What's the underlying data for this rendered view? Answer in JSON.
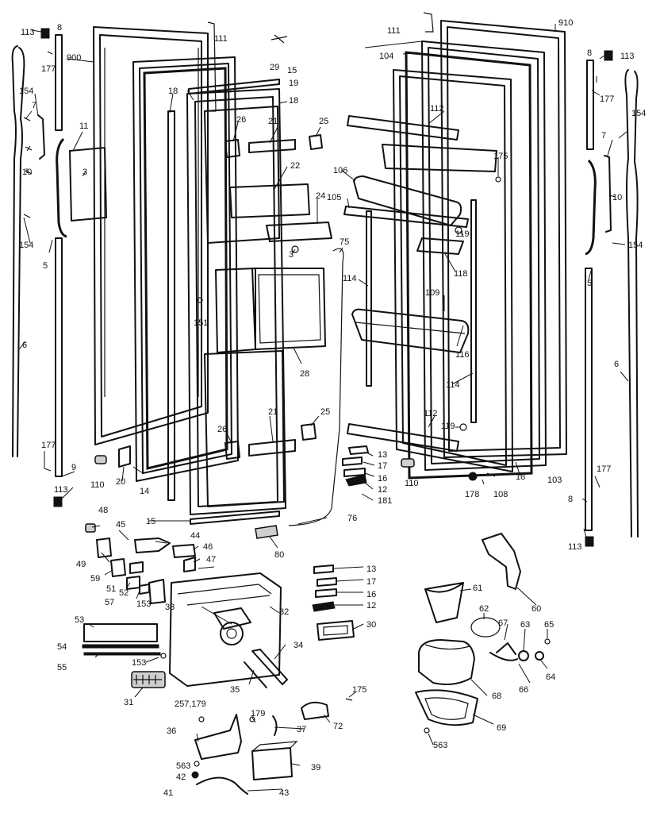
{
  "labels": [
    "113",
    "8",
    "900",
    "177",
    "154",
    "7",
    "11",
    "3",
    "10",
    "154",
    "5",
    "6",
    "177",
    "9",
    "113",
    "111",
    "29",
    "15",
    "19",
    "18",
    "18",
    "26",
    "21",
    "25",
    "22",
    "24",
    "3",
    "75",
    "151",
    "28",
    "21",
    "25",
    "26",
    "20",
    "110",
    "14",
    "15",
    "76",
    "80",
    "48",
    "45",
    "44",
    "46",
    "47",
    "49",
    "59",
    "51",
    "52",
    "57",
    "153",
    "53",
    "54",
    "55",
    "33",
    "32",
    "153",
    "31",
    "35",
    "34",
    "13",
    "17",
    "16",
    "12",
    "30",
    "257,179",
    "179",
    "37",
    "36",
    "563",
    "42",
    "41",
    "43",
    "39",
    "72",
    "175",
    "111",
    "910",
    "104",
    "112",
    "175",
    "106",
    "105",
    "119",
    "118",
    "114",
    "109",
    "116",
    "114",
    "112",
    "119",
    "13",
    "17",
    "16",
    "12",
    "181",
    "110",
    "178",
    "108",
    "18",
    "103",
    "8",
    "113",
    "177",
    "7",
    "154",
    "10",
    "154",
    "5",
    "6",
    "177",
    "8",
    "113",
    "60",
    "61",
    "62",
    "67",
    "63",
    "65",
    "64",
    "66",
    "68",
    "69",
    "563"
  ]
}
